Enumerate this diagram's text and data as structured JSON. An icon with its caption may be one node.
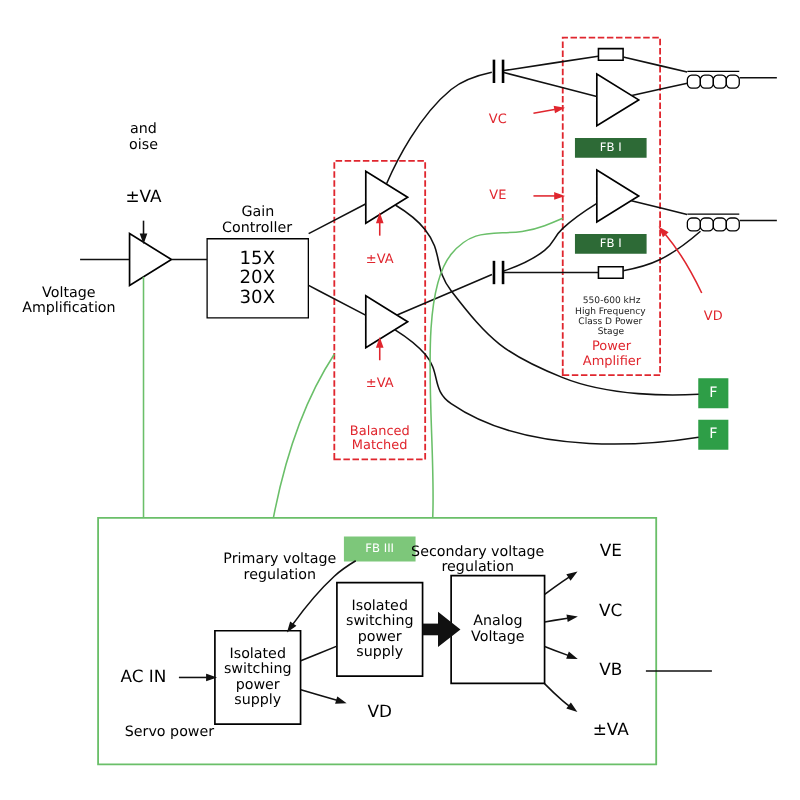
{
  "diagram": {
    "nodes": [
      {
        "text": [
          "±VA"
        ]
      },
      {
        "text": [],
        "shape": "triangle",
        "beside": [
          "Voltage Amplification"
        ]
      },
      {
        "text": [
          "Gain Controller",
          "15X",
          "20X",
          "30X"
        ]
      },
      {
        "text": [
          "Balanced Matched"
        ]
      },
      {
        "text": [
          "±VA"
        ],
        "in": 3
      },
      {
        "text": [],
        "shape": "triangle",
        "in": 3
      },
      {
        "text": [],
        "shape": "triangle",
        "in": 3
      },
      {
        "text": [
          "±VA"
        ],
        "in": 3
      },
      {
        "text": [
          "F"
        ]
      },
      {
        "text": [],
        "shape": "capacitor"
      },
      {
        "text": [],
        "shape": "capacitor"
      },
      {
        "text": [
          "VC"
        ]
      },
      {
        "text": [
          "VE"
        ]
      },
      {
        "text": [
          "550-600 kHz High Frequency Class D Power Stage",
          "Power Amplifier"
        ]
      },
      {
        "text": [],
        "shape": "box",
        "in": 13
      },
      {
        "text": [],
        "shape": "triangle",
        "in": 13
      },
      {
        "text": [
          "FB I"
        ],
        "in": 13
      },
      {
        "text": [],
        "shape": "triangle",
        "in": 13
      },
      {
        "text": [
          "FB I"
        ],
        "in": 13
      },
      {
        "text": [],
        "shape": "box",
        "in": 13
      },
      {
        "text": [
          "VD"
        ]
      },
      {
        "text": [],
        "shape": "inductor"
      },
      {
        "text": [],
        "shape": "inductor"
      },
      {
        "text": [
          "F"
        ]
      },
      {
        "text": [],
        "shape": "box"
      },
      {
        "text": [
          "AC IN"
        ],
        "in": 24
      },
      {
        "text": [
          "Isolated switching power supply"
        ],
        "in": 24,
        "beside": [
          "Servo power"
        ]
      },
      {
        "text": [
          "VD"
        ],
        "in": 24
      },
      {
        "text": [
          "FB III"
        ],
        "in": 24
      },
      {
        "text": [
          "Isolated switching power supply"
        ],
        "in": 24,
        "beside": [
          "Primary voltage regulation"
        ]
      },
      {
        "text": [
          "Analog Voltage"
        ],
        "in": 24,
        "beside": [
          "Secondary voltage regulation"
        ]
      },
      {
        "text": [
          "±VA"
        ],
        "in": 24
      },
      {
        "text": [
          "VB"
        ],
        "in": 24
      },
      {
        "text": [
          "VC"
        ],
        "in": 24
      },
      {
        "text": [
          "VE"
        ],
        "in": 24
      }
    ],
    "edges": [
      {
        "from": null,
        "to": 1,
        "arrow": "none"
      },
      {
        "from": 0,
        "to": 1,
        "arrow": "to"
      },
      {
        "from": 1,
        "to": 2,
        "arrow": "none"
      },
      {
        "from": 2,
        "to": 5,
        "arrow": "none"
      },
      {
        "from": 2,
        "to": 6,
        "arrow": "none"
      },
      {
        "from": 4,
        "to": 5,
        "arrow": "to",
        "color": "#e0262e"
      },
      {
        "from": 7,
        "to": 6,
        "arrow": "to",
        "color": "#e0262e"
      },
      {
        "from": 5,
        "to": 9,
        "arrow": "none"
      },
      {
        "from": 6,
        "to": 10,
        "arrow": "none"
      },
      {
        "from": 5,
        "to": 8,
        "arrow": "none"
      },
      {
        "from": 6,
        "to": 23,
        "arrow": "none"
      },
      {
        "from": 9,
        "to": 15,
        "arrow": "none"
      },
      {
        "from": 10,
        "to": 17,
        "arrow": "none"
      },
      {
        "from": 11,
        "to": 13,
        "arrow": "to",
        "color": "#e0262e"
      },
      {
        "from": 12,
        "to": 13,
        "arrow": "to",
        "color": "#e0262e"
      },
      {
        "from": 20,
        "to": 13,
        "arrow": "to",
        "color": "#e0262e"
      },
      {
        "from": 9,
        "to": 14,
        "arrow": "none"
      },
      {
        "from": 14,
        "to": 21,
        "arrow": "none"
      },
      {
        "from": 10,
        "to": 19,
        "arrow": "none"
      },
      {
        "from": 19,
        "to": 22,
        "arrow": "none"
      },
      {
        "from": 15,
        "to": 21,
        "arrow": "none"
      },
      {
        "from": 17,
        "to": 22,
        "arrow": "none"
      },
      {
        "from": 21,
        "to": null,
        "arrow": "none"
      },
      {
        "from": 22,
        "to": null,
        "arrow": "none"
      },
      {
        "from": 1,
        "to": 24,
        "arrow": "none",
        "color": "#6abf69"
      },
      {
        "from": 3,
        "to": 24,
        "arrow": "none",
        "color": "#6abf69"
      },
      {
        "from": 13,
        "to": 24,
        "arrow": "none",
        "color": "#6abf69"
      },
      {
        "from": 25,
        "to": 26,
        "arrow": "to"
      },
      {
        "from": 26,
        "to": 27,
        "arrow": "to"
      },
      {
        "from": 28,
        "to": 26,
        "arrow": "to"
      },
      {
        "from": 26,
        "to": 29,
        "arrow": "none"
      },
      {
        "from": 29,
        "to": 30,
        "arrow": "to",
        "style": "thick"
      },
      {
        "from": 30,
        "to": 31,
        "arrow": "to"
      },
      {
        "from": 30,
        "to": 32,
        "arrow": "to"
      },
      {
        "from": 30,
        "to": 33,
        "arrow": "to"
      },
      {
        "from": 30,
        "to": 34,
        "arrow": "to"
      },
      {
        "from": 32,
        "to": null,
        "arrow": "none"
      }
    ],
    "labels": [
      "and oise"
    ]
  }
}
